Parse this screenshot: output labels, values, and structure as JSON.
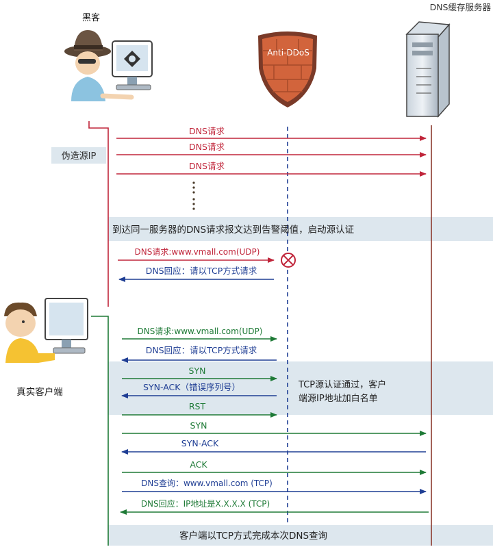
{
  "actors": {
    "hacker": "黑客",
    "real_client": "真实客户端",
    "dns_server": "DNS缓存服务器",
    "shield": "Anti-DDoS"
  },
  "spoof_label": "伪造源IP",
  "banner_threshold": "到达同一服务器的DNS请求报文达到告警阈值，启动源认证",
  "banner_complete": "客户端以TCP方式完成本次DNS查询",
  "note_pass": [
    "TCP源认证通过，客户",
    "端源IP地址加白名单"
  ],
  "messages": {
    "flood_1": "DNS请求",
    "flood_2": "DNS请求",
    "flood_3": "DNS请求",
    "spoof_udp_req": "DNS请求:www.vmall.com(UDP)",
    "spoof_reply": "DNS回应：请以TCP方式请求",
    "real_udp_req": "DNS请求:www.vmall.com(UDP)",
    "real_reply": "DNS回应：请以TCP方式请求",
    "syn_1": "SYN",
    "synack_wrong": "SYN-ACK（错误序列号）",
    "rst": "RST",
    "syn_2": "SYN",
    "synack_2": "SYN-ACK",
    "ack": "ACK",
    "tcp_query": "DNS查询：www.vmall.com (TCP)",
    "tcp_reply": "DNS回应：IP地址是X.X.X.X (TCP)"
  },
  "colors": {
    "red": "#c0253a",
    "blue": "#1f3e94",
    "green": "#1e7a36",
    "banner": "#dde7ee",
    "dashed": "#1f3e94",
    "server_line": "#8b3a2e"
  },
  "icons": [
    "hacker-icon",
    "computer-icon",
    "shield-icon",
    "server-icon",
    "client-icon",
    "block-icon"
  ]
}
